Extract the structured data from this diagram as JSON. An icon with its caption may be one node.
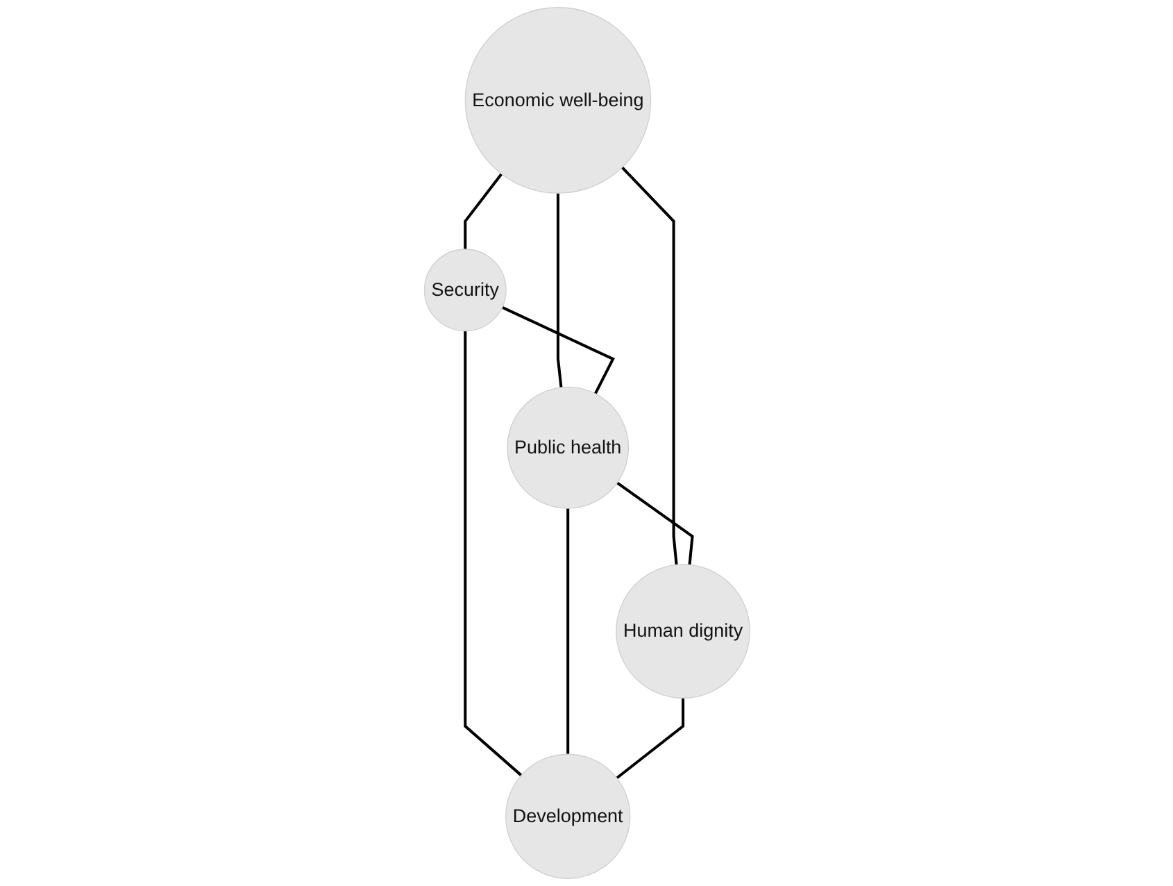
{
  "diagram": {
    "nodes": [
      {
        "text": [
          "Economic well-being"
        ]
      },
      {
        "text": [
          "Security"
        ]
      },
      {
        "text": [
          "Public health"
        ]
      },
      {
        "text": [
          "Human dignity"
        ]
      },
      {
        "text": [
          "Development"
        ]
      }
    ],
    "edges": [
      {
        "from": 0,
        "to": 1,
        "arrow": "none"
      },
      {
        "from": 0,
        "to": 2,
        "arrow": "none"
      },
      {
        "from": 0,
        "to": 3,
        "arrow": "none"
      },
      {
        "from": 1,
        "to": 2,
        "arrow": "none"
      },
      {
        "from": 2,
        "to": 3,
        "arrow": "none"
      },
      {
        "from": 1,
        "to": 4,
        "arrow": "none"
      },
      {
        "from": 2,
        "to": 4,
        "arrow": "none"
      },
      {
        "from": 3,
        "to": 4,
        "arrow": "none"
      }
    ]
  }
}
